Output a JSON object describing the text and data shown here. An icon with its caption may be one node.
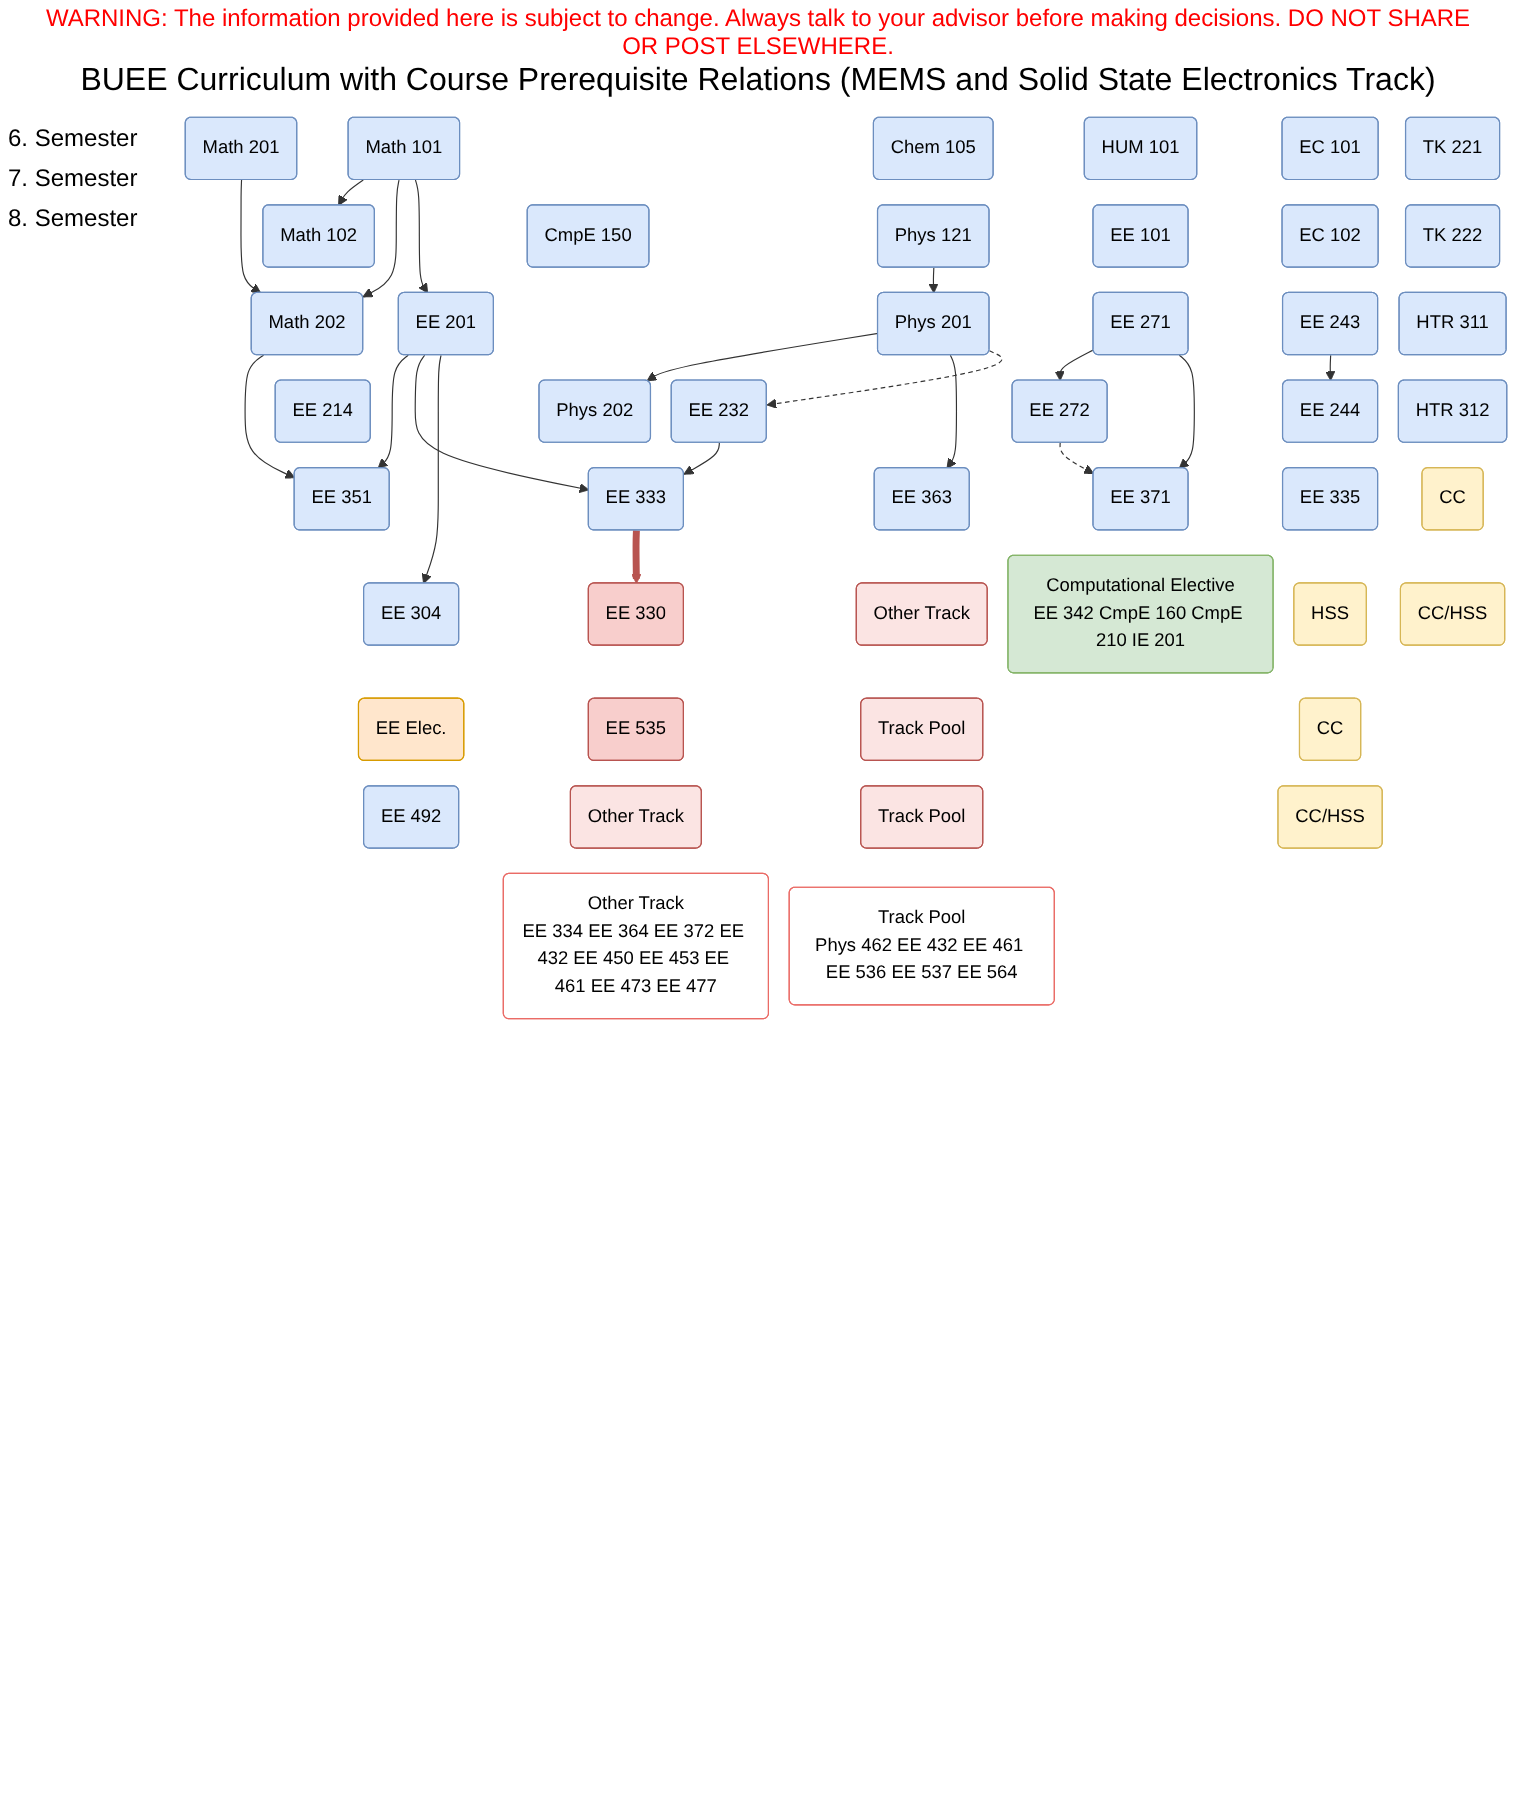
{
  "diagram": {
    "title": "BUEE Curriculum with Course Prerequisite Relations (MEMS and Solid State Electronics Track)",
    "nodes": [
      {
        "text": [
          "Math 201"
        ]
      },
      {
        "text": [
          "Math 101"
        ]
      },
      {
        "text": [
          "Chem 105"
        ]
      },
      {
        "text": [
          "HUM 101"
        ]
      },
      {
        "text": [
          "EC 101"
        ]
      },
      {
        "text": [
          "Math 102"
        ]
      },
      {
        "text": [
          "CmpE 150"
        ]
      },
      {
        "text": [
          "Phys 121"
        ]
      },
      {
        "text": [
          "EE 101"
        ]
      },
      {
        "text": [
          "EC 102"
        ]
      },
      {
        "text": [
          "Math 202"
        ]
      },
      {
        "text": [
          "EE 201"
        ]
      },
      {
        "text": [
          "Phys 201"
        ]
      },
      {
        "text": [
          "EE 271"
        ]
      },
      {
        "text": [
          "EE 243"
        ]
      },
      {
        "text": [
          "TK 221"
        ]
      },
      {
        "text": [
          "EE 214"
        ]
      },
      {
        "text": [
          "EE 232"
        ]
      },
      {
        "text": [
          "Phys 202"
        ]
      },
      {
        "text": [
          "EE 272"
        ]
      },
      {
        "text": [
          "EE 244"
        ]
      },
      {
        "text": [
          "TK 222"
        ]
      },
      {
        "text": [
          "EE 351"
        ]
      },
      {
        "text": [
          "EE 333"
        ]
      },
      {
        "text": [
          "EE 363"
        ]
      },
      {
        "text": [
          "EE 371"
        ]
      },
      {
        "text": [
          "EE 335"
        ]
      },
      {
        "text": [
          "HTR 311"
        ]
      },
      {
        "text": [
          "EE 304"
        ]
      },
      {
        "text": [
          "EE 330"
        ]
      },
      {
        "text": [
          "Other Track"
        ]
      },
      {
        "text": [
          "Computational Elective",
          "EE 342 CmpE 160 CmpE 210 IE 201"
        ]
      },
      {
        "text": [
          "HSS"
        ]
      },
      {
        "text": [
          "HTR 312"
        ]
      },
      {
        "text": [
          "EE Elec."
        ]
      },
      {
        "text": [
          "EE 535"
        ]
      },
      {
        "text": [
          "Track Pool"
        ]
      },
      {
        "text": [
          "CC"
        ]
      },
      {
        "text": [
          "CC"
        ]
      },
      {
        "text": [
          "EE 492"
        ]
      },
      {
        "text": [
          "Other Track"
        ]
      },
      {
        "text": [
          "Track Pool"
        ]
      },
      {
        "text": [
          "CC/HSS"
        ]
      },
      {
        "text": [
          "CC/HSS"
        ]
      },
      {
        "text": [
          "Other Track",
          "EE 334 EE 364 EE 372 EE 432 EE 450 EE 453 EE 461 EE 473 EE 477"
        ]
      },
      {
        "text": [
          "Track Pool",
          "Phys 462 EE 432 EE 461 EE 536 EE 537 EE 564"
        ]
      }
    ],
    "edges": [
      {
        "from": 0,
        "to": 10,
        "arrow": "to"
      },
      {
        "from": 1,
        "to": 5,
        "arrow": "to"
      },
      {
        "from": 1,
        "to": 10,
        "arrow": "to"
      },
      {
        "from": 1,
        "to": 11,
        "arrow": "to"
      },
      {
        "from": 7,
        "to": 12,
        "arrow": "to"
      },
      {
        "from": 10,
        "to": 22,
        "arrow": "to"
      },
      {
        "from": 11,
        "to": 22,
        "arrow": "to"
      },
      {
        "from": 11,
        "to": 23,
        "arrow": "to"
      },
      {
        "from": 11,
        "to": 28,
        "arrow": "to"
      },
      {
        "from": 12,
        "to": 18,
        "arrow": "to"
      },
      {
        "from": 12,
        "to": 24,
        "arrow": "to"
      },
      {
        "from": 12,
        "to": 17,
        "arrow": "to",
        "style": "dashed"
      },
      {
        "from": 17,
        "to": 23,
        "arrow": "to"
      },
      {
        "from": 23,
        "to": 29,
        "arrow": "to",
        "style": "thick",
        "color": "#b85450"
      },
      {
        "from": 13,
        "to": 19,
        "arrow": "to"
      },
      {
        "from": 13,
        "to": 25,
        "arrow": "to"
      },
      {
        "from": 19,
        "to": 25,
        "arrow": "to",
        "style": "dashed"
      },
      {
        "from": 14,
        "to": 20,
        "arrow": "to"
      }
    ],
    "labels": [
      "WARNING: The information provided here is subject to change. Always talk to your advisor before making decisions. DO NOT SHARE OR POST ELSEWHERE.",
      "6. Semester",
      "7. Semester",
      "8. Semester"
    ]
  }
}
